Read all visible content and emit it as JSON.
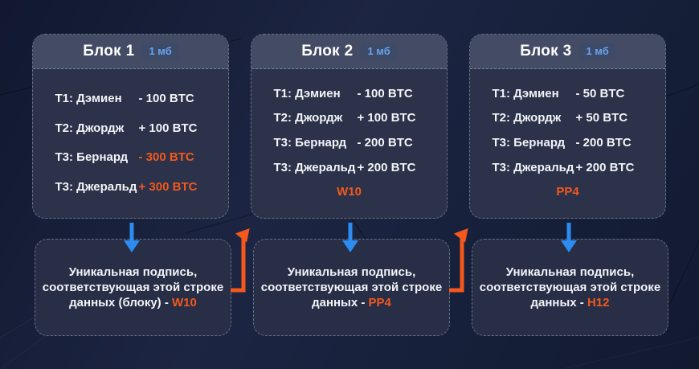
{
  "colors": {
    "background": "#16203a",
    "block_body": "#2b3249",
    "block_header": "#444c65",
    "signature_box": "#272e45",
    "accent_orange": "#f4581d",
    "accent_blue": "#2d8cf0",
    "badge_text": "#6ba3ef",
    "text": "#f2f4f8"
  },
  "blocks": [
    {
      "title": "Блок 1",
      "size_badge": "1 мб",
      "rows": [
        {
          "t": "T1: Дэмиен",
          "amt": "- 100 BTC"
        },
        {
          "t": "T2: Джордж",
          "amt": "+ 100 BTC"
        },
        {
          "t": "T3: Бернард",
          "amt": "- 300 BTC"
        },
        {
          "t": "T3: Джеральд",
          "amt": "+ 300 BTC"
        }
      ],
      "code": ""
    },
    {
      "title": "Блок 2",
      "size_badge": "1 мб",
      "rows": [
        {
          "t": "T1: Дэмиен",
          "amt": "- 100 BTC"
        },
        {
          "t": "T2: Джордж",
          "amt": "+ 100 BTC"
        },
        {
          "t": "T3: Бернард",
          "amt": "- 200 BTC"
        },
        {
          "t": "T3: Джеральд",
          "amt": "+ 200 BTC"
        }
      ],
      "code": "W10"
    },
    {
      "title": "Блок 3",
      "size_badge": "1 мб",
      "rows": [
        {
          "t": "T1: Дэмиен",
          "amt": "- 50 BTC"
        },
        {
          "t": "T2: Джордж",
          "amt": "+ 50 BTC"
        },
        {
          "t": "T3: Бернард",
          "amt": "- 200 BTC"
        },
        {
          "t": "T3: Джеральд",
          "amt": "+ 200 BTC"
        }
      ],
      "code": "PP4"
    }
  ],
  "signatures": [
    {
      "line1": "Уникальная подпись,",
      "line2": "соответствующая этой строке",
      "line3_prefix": "данных (блоку) - ",
      "code": "W10"
    },
    {
      "line1": "Уникальная подпись,",
      "line2": "соответствующая этой строке",
      "line3_prefix": "данных - ",
      "code": "PP4"
    },
    {
      "line1": "Уникальная подпись,",
      "line2": "соответствующая этой строке",
      "line3_prefix": "данных - ",
      "code": "H12"
    }
  ]
}
